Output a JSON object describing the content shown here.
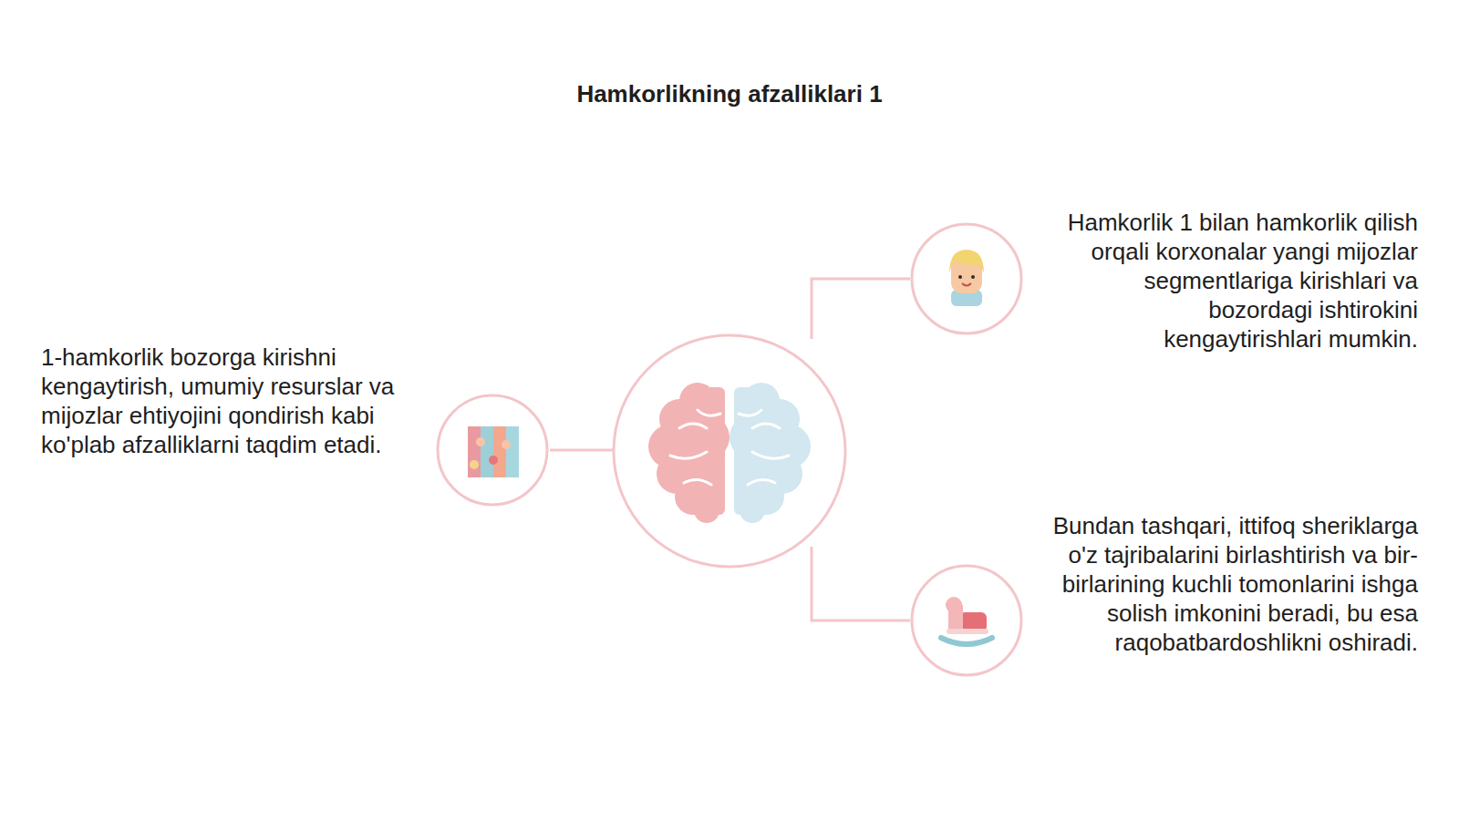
{
  "diagram": {
    "title": "Hamkorlikning afzalliklari 1",
    "nodes": [
      {
        "text": [
          "1-hamkorlik bozorga kirishni kengaytirish, umumiy resurslar va mijozlar ehtiyojini qondirish kabi ko'plab afzalliklarni taqdim etadi."
        ]
      },
      {
        "text": [
          "Hamkorlik 1 bilan hamkorlik qilish orqali korxonalar yangi mijozlar segmentlariga kirishlari va bozordagi ishtirokini kengaytirishlari mumkin."
        ]
      },
      {
        "text": [
          "Bundan tashqari, ittifoq sheriklarga o'z tajribalarini birlashtirish va bir-birlarining kuchli tomonlarini ishga solish imkonini beradi, bu esa raqobatbardoshlikni oshiradi."
        ]
      }
    ]
  }
}
